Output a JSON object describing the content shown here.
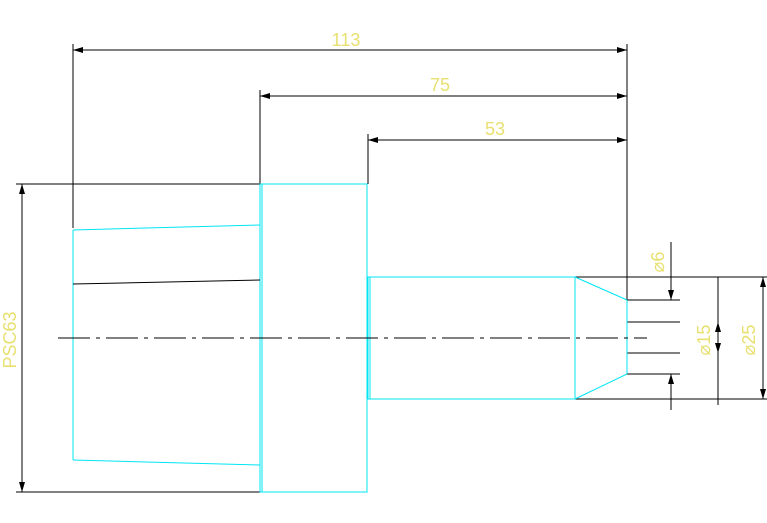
{
  "drawing": {
    "dimensions": {
      "overall_length": "113",
      "middle_length": "75",
      "shaft_length": "53",
      "psc_size": "PSC63",
      "hole_diameter": "⌀6",
      "bore_diameter": "⌀15",
      "shaft_diameter": "⌀25"
    },
    "colors": {
      "background": "#ffffff",
      "outline": "#00e5f2",
      "dimension_line": "#000000",
      "dimension_text": "#e8e070"
    }
  }
}
